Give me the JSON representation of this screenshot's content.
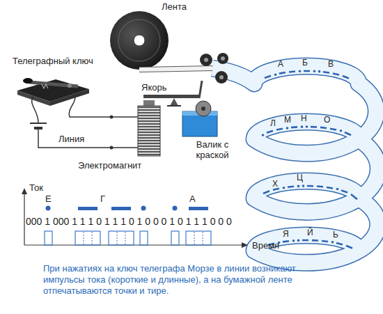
{
  "diagram": {
    "caption": "При нажатиях на ключ телеграфа Морзе в линии возникают импульсы тока (короткие и длинные), а на бумажной ленте отпечатываются точки и тире.",
    "labels": [
      "Лента",
      "Телеграфный ключ",
      "Якорь",
      "Линия",
      "Валик с краской",
      "Электромагнит",
      "Ток",
      "Е",
      "Г",
      "А",
      "000 1 000 1 1 1 0 1 1 1 0 1 0 0 0 1 0 1 1 1 0 0 0",
      "Время",
      "А",
      "Б",
      "В",
      "Л",
      "М",
      "Н",
      "О",
      "Х",
      "Ц",
      "Я",
      "Й",
      "Ь"
    ]
  }
}
